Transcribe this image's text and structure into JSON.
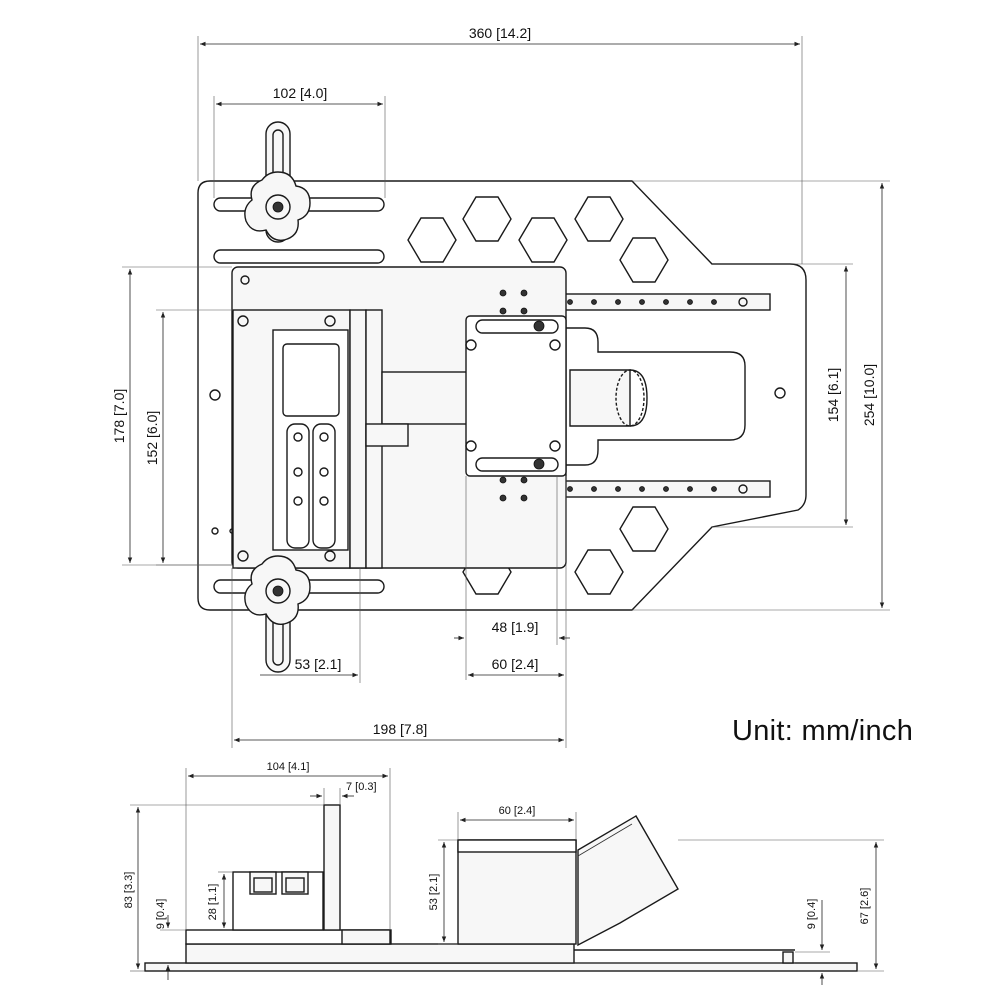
{
  "unit_label": "Unit: mm/inch",
  "top_view": {
    "dim_overall_width": "360 [14.2]",
    "dim_knob_slot": "102 [4.0]",
    "dim_left_outer": "178 [7.0]",
    "dim_left_inner": "152 [6.0]",
    "dim_right_inner": "154 [6.1]",
    "dim_right_outer": "254 [10.0]",
    "dim_clamp_inner": "48 [1.9]",
    "dim_clamp_outer": "60 [2.4]",
    "dim_knob_offset": "53 [2.1]",
    "dim_carriage_width": "198 [7.8]"
  },
  "side_view": {
    "dim_width": "104 [4.1]",
    "dim_plate_thickness": "7 [0.3]",
    "dim_block_width": "60 [2.4]",
    "dim_total_height": "83 [3.3]",
    "dim_base_left": "9 [0.4]",
    "dim_jaw_height": "28 [1.1]",
    "dim_block_height": "53 [2.1]",
    "dim_base_right": "9 [0.4]",
    "dim_right_height": "67 [2.6]"
  }
}
